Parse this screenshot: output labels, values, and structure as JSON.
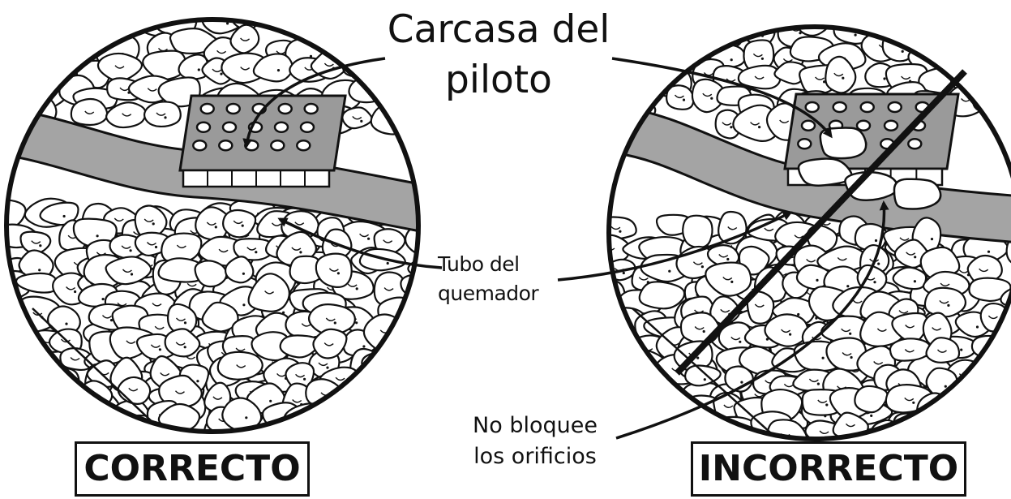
{
  "labels": {
    "pilot_housing_line1": "Carcasa del",
    "pilot_housing_line2": "piloto",
    "burner_tube_line1": "Tubo del",
    "burner_tube_line2": "quemador",
    "do_not_block_line1": "No bloquee",
    "do_not_block_line2": "los orificios"
  },
  "verdicts": {
    "correct": "CORRECTO",
    "incorrect": "INCORRECTO"
  },
  "colors": {
    "tube": "#a4a4a4",
    "housing": "#9a9a9a",
    "stones": "#ffffff",
    "outline": "#111111"
  }
}
